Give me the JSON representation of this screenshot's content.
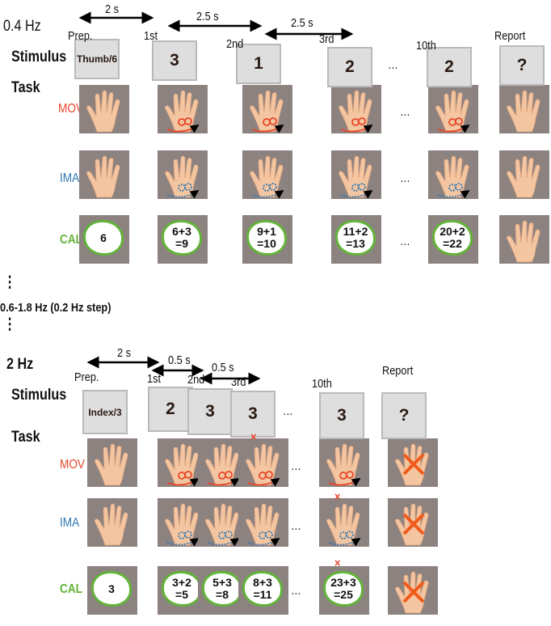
{
  "top": {
    "freq": "0.4 Hz",
    "stimulus_label": "Stimulus",
    "task_label": "Task",
    "intervals": [
      "2 s",
      "2.5 s",
      "2.5 s"
    ],
    "steps": [
      "Prep.",
      "1st",
      "2nd",
      "3rd",
      "10th",
      "Report"
    ],
    "stimuli": [
      "Thumb/6",
      "3",
      "1",
      "2",
      "2",
      "?"
    ],
    "ellipsis": "…",
    "rows": {
      "mov": "MOV",
      "ima": "IMA",
      "cal": "CAL"
    },
    "cal": [
      "6",
      "6+3\n=9",
      "9+1\n=10",
      "11+2\n=13",
      "20+2\n=22"
    ]
  },
  "middle": {
    "vdots": "⋮",
    "range": "0.6-1.8 Hz (0.2 Hz step)"
  },
  "bottom": {
    "freq": "2 Hz",
    "stimulus_label": "Stimulus",
    "task_label": "Task",
    "intervals": [
      "2 s",
      "0.5 s",
      "0.5 s"
    ],
    "steps": [
      "Prep.",
      "1st",
      "2nd",
      "3rd",
      "10th",
      "Report"
    ],
    "stimuli": [
      "Index/3",
      "2",
      "3",
      "3",
      "3",
      "?"
    ],
    "ellipsis": "…",
    "rows": {
      "mov": "MOV",
      "ima": "IMA",
      "cal": "CAL"
    },
    "cal": [
      "3",
      "3+2\n=5",
      "5+3\n=8",
      "8+3\n=11",
      "23+3\n=25"
    ],
    "error_mark": "×"
  },
  "colors": {
    "mov": "#e8472a",
    "ima": "#2f78b5",
    "cal": "#63b33a",
    "cell_bg": "#8c8280",
    "stim_bg": "#dedede",
    "hand": "#f3c5a0"
  }
}
